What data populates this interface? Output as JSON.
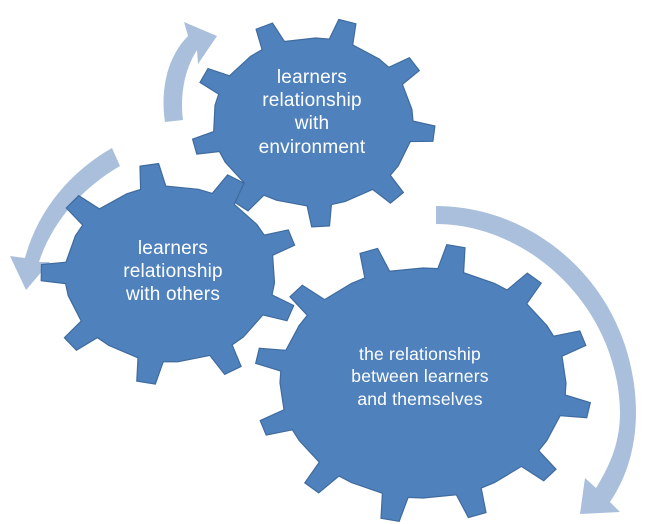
{
  "diagram": {
    "gears": [
      {
        "id": "environment",
        "lines": [
          "learners",
          "relationship",
          "with",
          "environment"
        ]
      },
      {
        "id": "others",
        "lines": [
          "learners",
          "relationship",
          "with others"
        ]
      },
      {
        "id": "themselves",
        "lines": [
          "the relationship",
          "between learners",
          "and themselves"
        ]
      }
    ]
  },
  "colors": {
    "gear_fill": "#4f81bd",
    "arrow_fill": "#a9bfdc",
    "text": "#ffffff",
    "background": "#ffffff"
  }
}
